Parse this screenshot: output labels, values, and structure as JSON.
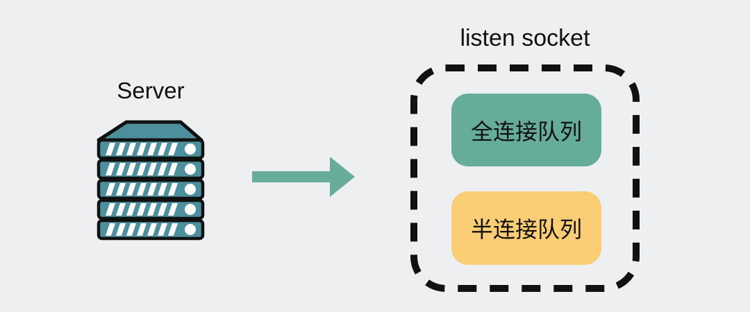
{
  "background_color": "#EEEFF1",
  "text_color": "#111111",
  "server": {
    "label": "Server",
    "icon": "server-rack-icon",
    "body_color": "#4E8F9E",
    "outline_color": "#111111",
    "stripe_color": "#FFFFFF",
    "unit_count": 5
  },
  "arrow": {
    "icon": "arrow-right-icon",
    "color": "#68AC9B"
  },
  "listen_socket": {
    "title": "listen socket",
    "border_color": "#111111",
    "border_style": "dashed",
    "queues": [
      {
        "label": "全连接队列",
        "color": "#66AC9B"
      },
      {
        "label": "半连接队列",
        "color": "#FBCE75"
      }
    ]
  }
}
